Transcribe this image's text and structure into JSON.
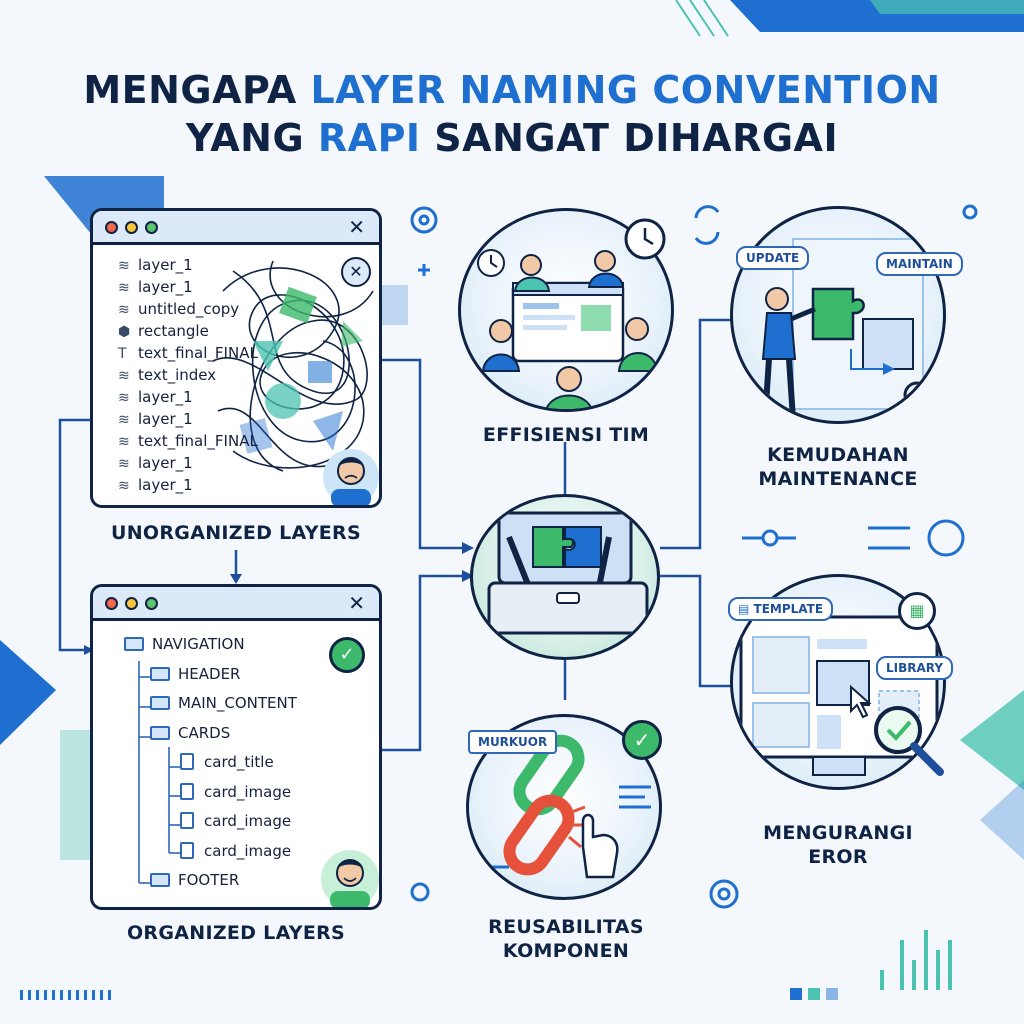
{
  "title": {
    "line1_a": "MENGAPA ",
    "line1_b": "LAYER NAMING CONVENTION",
    "line2_a": "YANG ",
    "line2_b": "RAPI",
    "line2_c": " SANGAT DIHARGAI"
  },
  "unorganized": {
    "label": "UNORGANIZED LAYERS",
    "layers": [
      {
        "icon": "stack-icon",
        "glyph": "≋",
        "name": "layer_1"
      },
      {
        "icon": "stack-icon",
        "glyph": "≋",
        "name": "layer_1"
      },
      {
        "icon": "stack-icon",
        "glyph": "≋",
        "name": "untitled_copy"
      },
      {
        "icon": "hexagon-icon",
        "glyph": "⬢",
        "name": "rectangle"
      },
      {
        "icon": "text-icon",
        "glyph": "T",
        "name": "text_final_FINAL"
      },
      {
        "icon": "stack-icon",
        "glyph": "≋",
        "name": "text_index"
      },
      {
        "icon": "stack-icon",
        "glyph": "≋",
        "name": "layer_1"
      },
      {
        "icon": "stack-icon",
        "glyph": "≋",
        "name": "layer_1"
      },
      {
        "icon": "stack-icon",
        "glyph": "≋",
        "name": "text_final_FINAL"
      },
      {
        "icon": "stack-icon",
        "glyph": "≋",
        "name": "layer_1"
      },
      {
        "icon": "stack-icon",
        "glyph": "≋",
        "name": "layer_1"
      }
    ]
  },
  "organized": {
    "label": "ORGANIZED LAYERS",
    "tree": [
      {
        "type": "folder",
        "name": "NAVIGATION",
        "level": 0
      },
      {
        "type": "folder",
        "name": "HEADER",
        "level": 1
      },
      {
        "type": "folder",
        "name": "MAIN_CONTENT",
        "level": 1
      },
      {
        "type": "folder",
        "name": "CARDS",
        "level": 1
      },
      {
        "type": "file",
        "name": "card_title",
        "level": 2
      },
      {
        "type": "file",
        "name": "card_image",
        "level": 2
      },
      {
        "type": "file",
        "name": "card_image",
        "level": 2
      },
      {
        "type": "file",
        "name": "card_image",
        "level": 2
      },
      {
        "type": "folder",
        "name": "FOOTER",
        "level": 1
      }
    ]
  },
  "benefits": {
    "team": "EFFISIENSI TIM",
    "maintenance_1": "KEMUDAHAN",
    "maintenance_2": "MAINTENANCE",
    "errors_1": "MENGURANGI",
    "errors_2": "EROR",
    "reuse_1": "REUSABILITAS",
    "reuse_2": "KOMPONEN"
  },
  "tags": {
    "update": "UPDATE",
    "maintain": "MAINTAIN",
    "template": "TEMPLATE",
    "library": "LIBRARY",
    "murkuor": "MURKUOR"
  },
  "colors": {
    "navy": "#0f2344",
    "blue": "#1e6fd0",
    "green": "#3cb96a",
    "teal": "#4cc3b0"
  }
}
